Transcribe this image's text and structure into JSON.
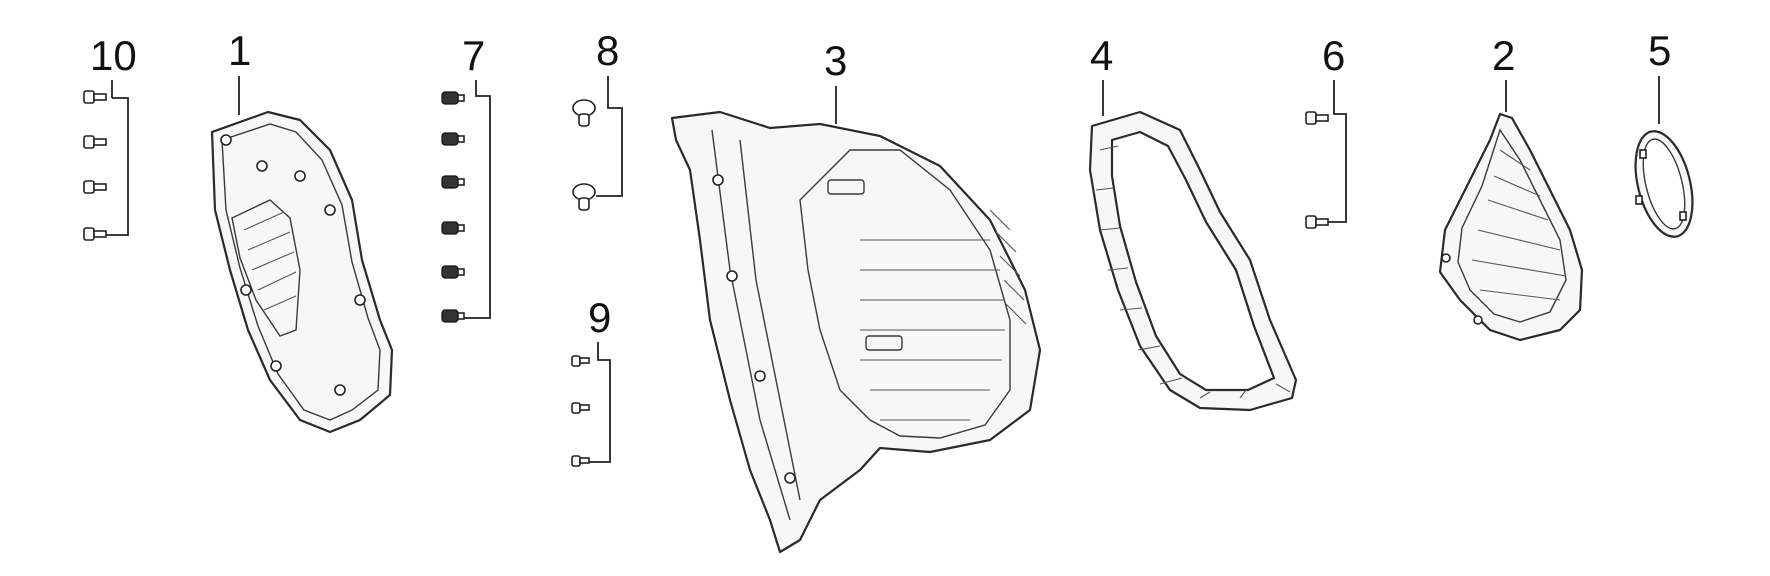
{
  "labels": {
    "p10": "10",
    "p1": "1",
    "p7": "7",
    "p8": "8",
    "p9": "9",
    "p3": "3",
    "p4": "4",
    "p6": "6",
    "p2": "2",
    "p5": "5"
  },
  "colors": {
    "line": "#2a2a2a",
    "background": "#ffffff"
  }
}
